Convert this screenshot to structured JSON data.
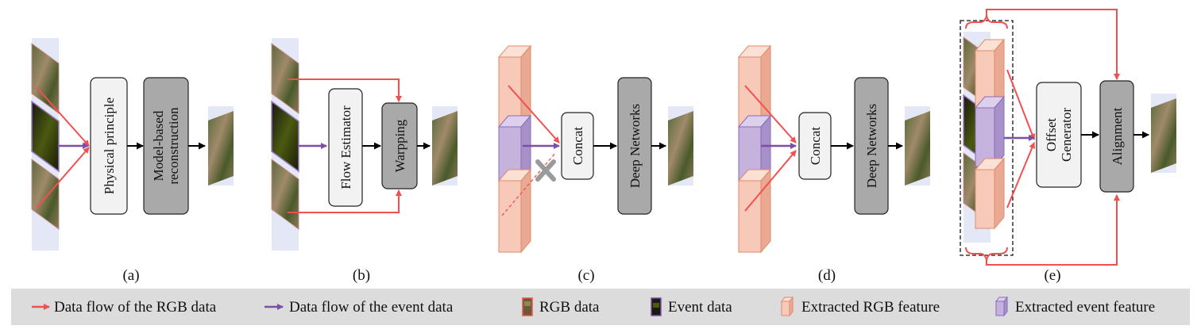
{
  "panels": {
    "a": {
      "label": "(a)",
      "box1": "Physical  principle",
      "box2_line1": "Model-based",
      "box2_line2": "reconstruction"
    },
    "b": {
      "label": "(b)",
      "box1": "Flow Estimator",
      "box2": "Warpping"
    },
    "c": {
      "label": "(c)",
      "box1": "Concat",
      "box2": "Deep Networks"
    },
    "d": {
      "label": "(d)",
      "box1": "Concat",
      "box2": "Deep Networks"
    },
    "e": {
      "label": "(e)",
      "box1_line1": "Offset",
      "box1_line2": "Generator",
      "box2": "Alignment"
    }
  },
  "legend": {
    "rgb_flow": "Data flow of  the RGB data",
    "event_flow": "Data flow of  the event data",
    "rgb_data": "RGB data",
    "event_data": "Event data",
    "rgb_feature": "Extracted RGB feature",
    "event_feature": "Extracted event feature"
  },
  "colors": {
    "rgb_arrow": "#f05050",
    "event_arrow": "#7b4fa6",
    "light_box": "#f2f2f2",
    "dark_box": "#a9a9a9",
    "rgb_feature_fill": "#f7c9b8",
    "event_feature_fill": "#c6b3dd",
    "legend_bg": "#dcdcdc"
  }
}
